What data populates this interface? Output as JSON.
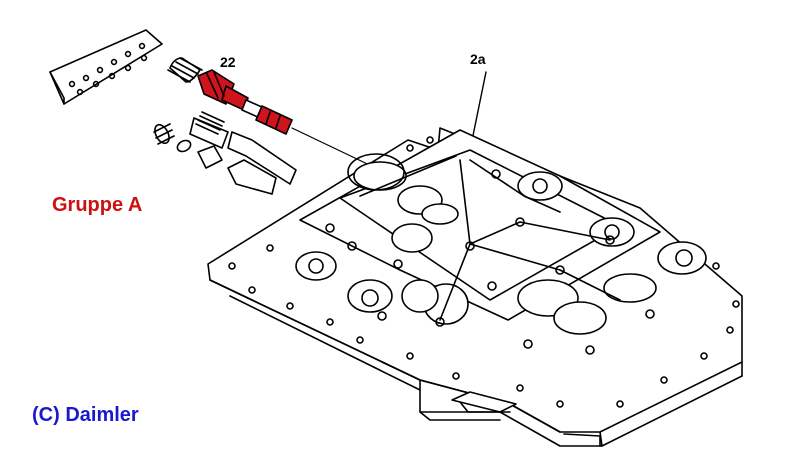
{
  "labels": {
    "part_22": "22",
    "part_2a": "2a",
    "group": "Gruppe A",
    "copyright": "(C) Daimler"
  },
  "colors": {
    "highlight_part": "#d0141e",
    "group_label": "#cc1111",
    "copyright_label": "#1a1acc",
    "line_art": "#000000"
  }
}
